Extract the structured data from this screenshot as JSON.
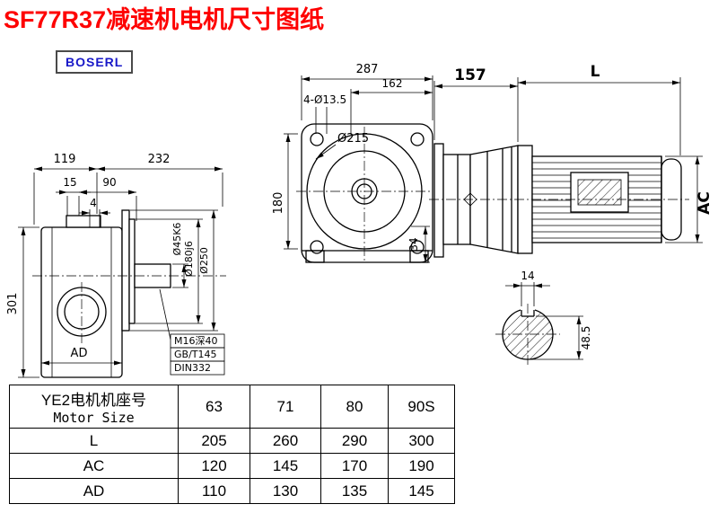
{
  "header": {
    "title": "SF77R37减速机电机尺寸图纸",
    "logo": "BOSERL"
  },
  "dims": {
    "front_width": "287",
    "front_inner_width": "162",
    "bolt_holes": "4-Ø13.5",
    "flange_dia": "Ø215",
    "front_height": "180",
    "foot_height": "34",
    "front_len": "157",
    "motor_len": "L",
    "motor_dia": "AC",
    "key_width": "14",
    "key_height": "48.5",
    "side_119": "119",
    "side_232": "232",
    "side_15": "15",
    "side_90": "90",
    "side_4": "4",
    "side_height": "301",
    "side_ad": "AD",
    "shaft_dia": "Ø45K6",
    "spigot_dia": "Ø180j6",
    "flange_od": "Ø250",
    "tap_note_1": "M16深40",
    "tap_note_2": "GB/T145",
    "tap_note_3": "DIN332"
  },
  "table": {
    "header_cn": "YE2电机机座号",
    "header_en": "Motor Size",
    "col_headers": [
      "63",
      "71",
      "80",
      "90S"
    ],
    "rows": [
      {
        "label": "L",
        "values": [
          "205",
          "260",
          "290",
          "300"
        ]
      },
      {
        "label": "AC",
        "values": [
          "120",
          "145",
          "170",
          "190"
        ]
      },
      {
        "label": "AD",
        "values": [
          "110",
          "130",
          "135",
          "145"
        ]
      }
    ]
  }
}
